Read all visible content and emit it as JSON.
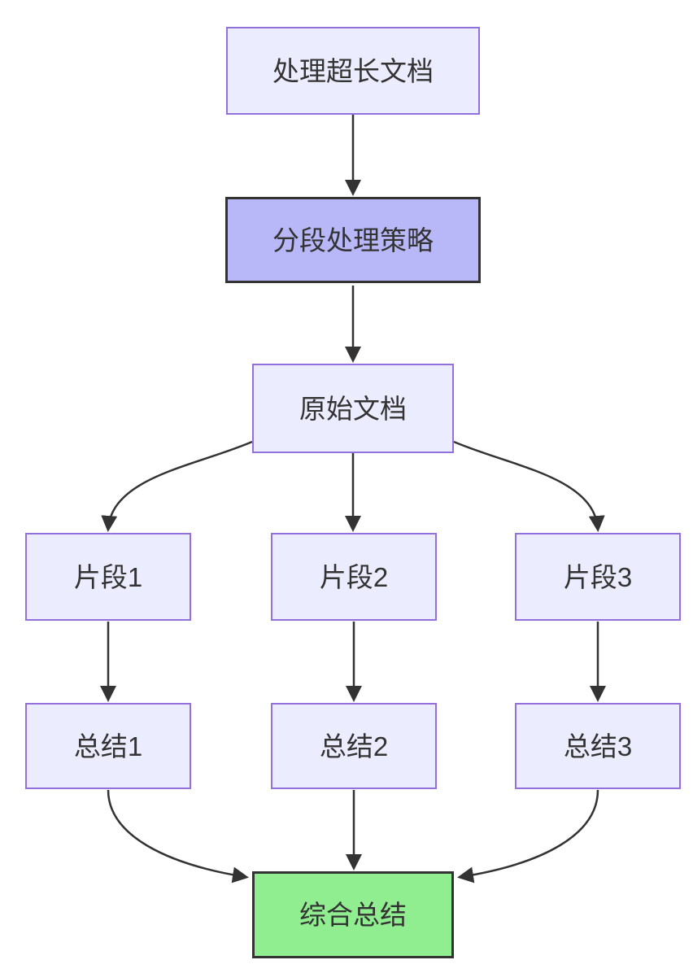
{
  "diagram": {
    "type": "flowchart",
    "direction": "top-down",
    "background": "#ffffff",
    "colors": {
      "node_fill": "#ECECFF",
      "node_border": "#9370DB",
      "highlight_fill": "#B8B8F8",
      "result_fill": "#90EE90",
      "dark_border": "#333333",
      "edge": "#333333",
      "text": "#333333"
    },
    "nodes": [
      {
        "id": "start",
        "label": "处理超长文档",
        "type": "default"
      },
      {
        "id": "strategy",
        "label": "分段处理策略",
        "type": "highlight"
      },
      {
        "id": "doc",
        "label": "原始文档",
        "type": "default"
      },
      {
        "id": "frag1",
        "label": "片段1",
        "type": "default"
      },
      {
        "id": "frag2",
        "label": "片段2",
        "type": "default"
      },
      {
        "id": "frag3",
        "label": "片段3",
        "type": "default"
      },
      {
        "id": "sum1",
        "label": "总结1",
        "type": "default"
      },
      {
        "id": "sum2",
        "label": "总结2",
        "type": "default"
      },
      {
        "id": "sum3",
        "label": "总结3",
        "type": "default"
      },
      {
        "id": "final",
        "label": "综合总结",
        "type": "result"
      }
    ],
    "edges": [
      {
        "from": "start",
        "to": "strategy"
      },
      {
        "from": "strategy",
        "to": "doc"
      },
      {
        "from": "doc",
        "to": "frag1"
      },
      {
        "from": "doc",
        "to": "frag2"
      },
      {
        "from": "doc",
        "to": "frag3"
      },
      {
        "from": "frag1",
        "to": "sum1"
      },
      {
        "from": "frag2",
        "to": "sum2"
      },
      {
        "from": "frag3",
        "to": "sum3"
      },
      {
        "from": "sum1",
        "to": "final"
      },
      {
        "from": "sum2",
        "to": "final"
      },
      {
        "from": "sum3",
        "to": "final"
      }
    ]
  }
}
